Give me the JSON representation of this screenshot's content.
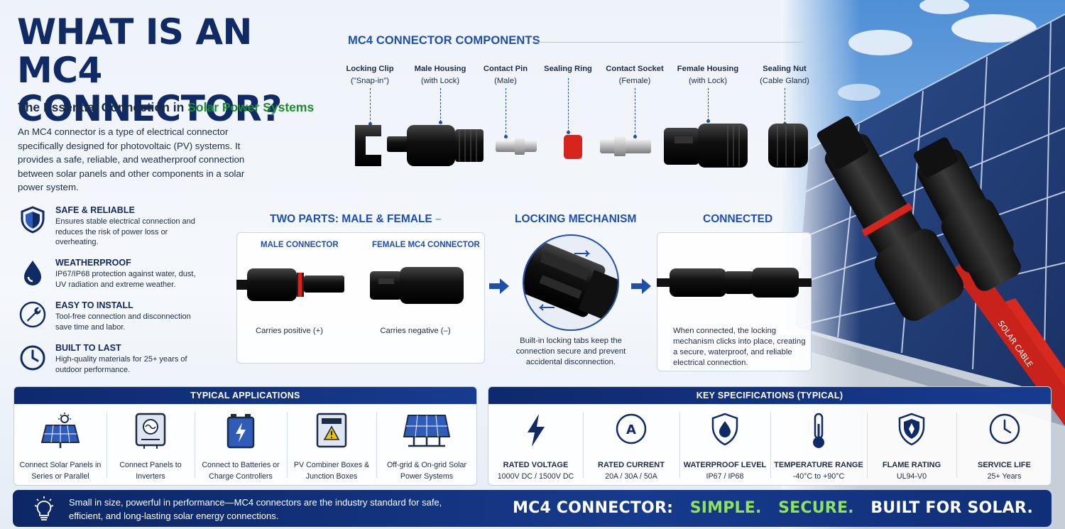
{
  "hero": {
    "title_line1": "WHAT IS AN",
    "title_line2": "MC4 CONNECTOR?",
    "subtitle_prefix": "The Essential Connection in ",
    "subtitle_highlight": "Solar Power Systems",
    "intro": "An MC4 connector is a type of electrical connector specifically designed for photovoltaic (PV) systems. It provides a safe, reliable, and weatherproof connection between solar panels and other components in a solar power system."
  },
  "features": [
    {
      "title": "SAFE & RELIABLE",
      "desc": "Ensures stable electrical connection and reduces the risk of power loss or overheating.",
      "icon": "shield-icon"
    },
    {
      "title": "WEATHERPROOF",
      "desc": "IP67/IP68 protection against water, dust, UV radiation and extreme weather.",
      "icon": "water-drop-icon"
    },
    {
      "title": "EASY TO INSTALL",
      "desc": "Tool-free connection and disconnection save time and labor.",
      "icon": "wrench-icon"
    },
    {
      "title": "BUILT TO LAST",
      "desc": "High-quality materials for 25+ years of outdoor performance.",
      "icon": "clock-icon"
    }
  ],
  "components": {
    "title": "MC4 CONNECTOR COMPONENTS",
    "items": [
      {
        "name": "Locking Clip",
        "sub": "(\"Snap-in\")"
      },
      {
        "name": "Male Housing",
        "sub": "(with Lock)"
      },
      {
        "name": "Contact Pin",
        "sub": "(Male)"
      },
      {
        "name": "Sealing Ring",
        "sub": ""
      },
      {
        "name": "Contact Socket",
        "sub": "(Female)"
      },
      {
        "name": "Female Housing",
        "sub": "(with Lock)"
      },
      {
        "name": "Sealing Nut",
        "sub": "(Cable Gland)"
      }
    ]
  },
  "two_parts": {
    "title": "TWO PARTS: MALE & FEMALE",
    "male_label": "MALE CONNECTOR",
    "female_label": "FEMALE MC4 CONNECTOR",
    "male_caption": "Carries positive (+)",
    "female_caption": "Carries negative (–)"
  },
  "locking": {
    "title": "LOCKING MECHANISM",
    "caption": "Built-in locking tabs keep the connection secure and prevent accidental disconnection."
  },
  "connected": {
    "title": "CONNECTED",
    "caption": "When connected, the locking mechanism clicks into place, creating a secure, waterproof, and reliable electrical connection."
  },
  "applications": {
    "title": "TYPICAL APPLICATIONS",
    "items": [
      {
        "label": "Connect Solar Panels in Series or Parallel",
        "icon": "solar-panel-icon"
      },
      {
        "label": "Connect Panels to Inverters",
        "icon": "inverter-icon"
      },
      {
        "label": "Connect to Batteries or Charge Controllers",
        "icon": "battery-icon"
      },
      {
        "label": "PV Combiner Boxes & Junction Boxes",
        "icon": "combiner-box-icon"
      },
      {
        "label": "Off-grid & On-grid Solar Power Systems",
        "icon": "solar-array-icon"
      }
    ]
  },
  "specs": {
    "title": "KEY SPECIFICATIONS (TYPICAL)",
    "items": [
      {
        "label": "RATED VOLTAGE",
        "value": "1000V DC / 1500V DC",
        "icon": "lightning-icon"
      },
      {
        "label": "RATED CURRENT",
        "value": "20A / 30A / 50A",
        "icon": "ampere-icon",
        "glyph": "A"
      },
      {
        "label": "WATERPROOF LEVEL",
        "value": "IP67 / IP68",
        "icon": "waterproof-shield-icon"
      },
      {
        "label": "TEMPERATURE RANGE",
        "value": "-40°C to +90°C",
        "icon": "thermometer-icon"
      },
      {
        "label": "FLAME RATING",
        "value": "UL94-V0",
        "icon": "flame-shield-icon"
      },
      {
        "label": "SERVICE LIFE",
        "value": "25+ Years",
        "icon": "clock-icon"
      }
    ]
  },
  "footer": {
    "text": "Small in size, powerful in performance—MC4 connectors are the industry standard for safe, efficient, and long-lasting solar energy connections.",
    "slogan_prefix": "MC4 CONNECTOR:",
    "slogan_1": "SIMPLE.",
    "slogan_2": "SECURE.",
    "slogan_3": "BUILT FOR SOLAR.",
    "icon": "lightbulb-icon"
  },
  "photo": {
    "cable_text": "SOLAR CABLE"
  },
  "colors": {
    "navy": "#102a66",
    "blue": "#1f4fa8",
    "green": "#1c8a2e",
    "slogan_green": "#8fe35a",
    "seal_red": "#d7241c"
  }
}
